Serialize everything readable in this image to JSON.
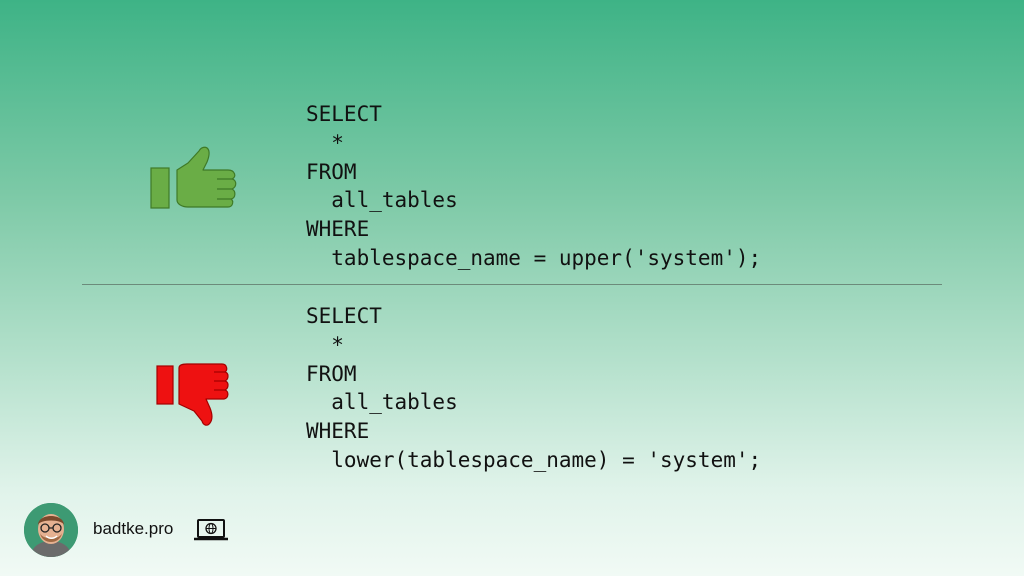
{
  "good_example": {
    "lines": [
      "SELECT",
      "  *",
      "FROM",
      "  all_tables",
      "WHERE",
      "  tablespace_name = upper('system');"
    ],
    "icon": "thumbs-up-icon",
    "color": "#6aad46"
  },
  "bad_example": {
    "lines": [
      "SELECT",
      "  *",
      "FROM",
      "  all_tables",
      "WHERE",
      "  lower(tablespace_name) = 'system';"
    ],
    "icon": "thumbs-down-icon",
    "color": "#ee1111"
  },
  "footer": {
    "site": "badtke.pro",
    "avatar_icon": "avatar",
    "laptop_icon": "laptop-globe-icon"
  }
}
